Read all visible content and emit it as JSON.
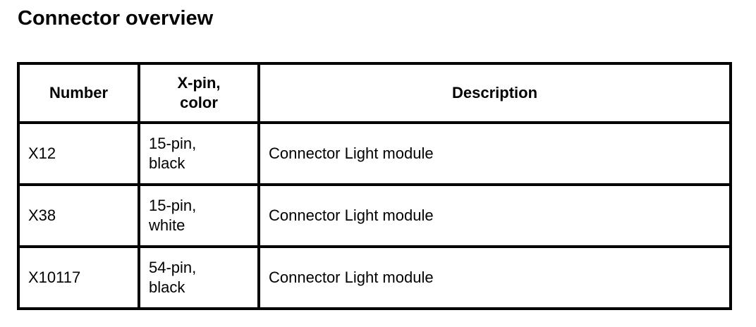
{
  "page": {
    "title": "Connector overview"
  },
  "table": {
    "columns": [
      {
        "label": "Number"
      },
      {
        "label": "X-pin,\ncolor"
      },
      {
        "label": "Description"
      }
    ],
    "rows": [
      {
        "number": "X12",
        "pin_color": "15-pin,\nblack",
        "description": "Connector Light module"
      },
      {
        "number": "X38",
        "pin_color": "15-pin,\nwhite",
        "description": "Connector Light module"
      },
      {
        "number": "X10117",
        "pin_color": "54-pin,\nblack",
        "description": "Connector Light module"
      }
    ]
  },
  "colors": {
    "background": "#ffffff",
    "border": "#000000",
    "text": "#000000"
  }
}
